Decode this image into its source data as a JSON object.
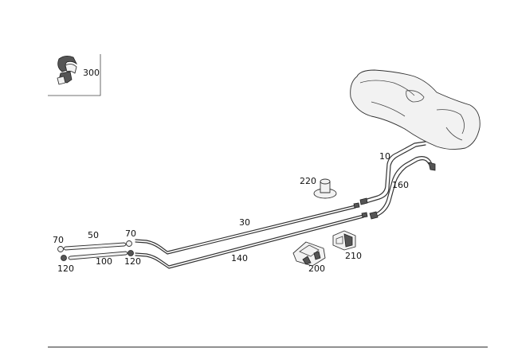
{
  "diagram": {
    "callouts": {
      "p300": "300",
      "p10": "10",
      "p160": "160",
      "p220": "220",
      "p30": "30",
      "p140": "140",
      "p50": "50",
      "p70_left": "70",
      "p70_mid": "70",
      "p100": "100",
      "p120_left": "120",
      "p120_mid": "120",
      "p200": "200",
      "p210": "210"
    }
  }
}
